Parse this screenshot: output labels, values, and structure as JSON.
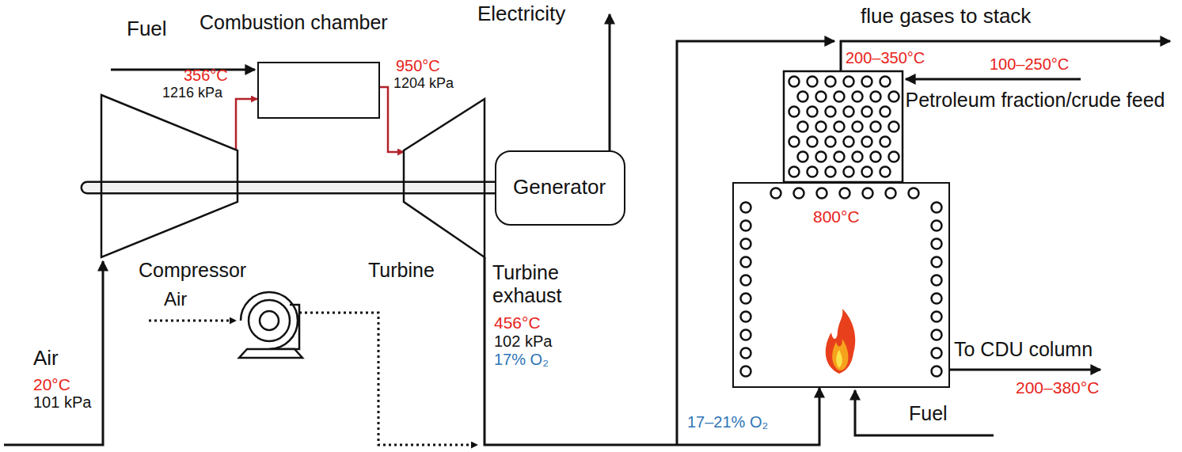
{
  "diagram": {
    "nodes": [
      {
        "text": [
          "Combustion chamber"
        ]
      },
      {
        "text": [
          "Compressor"
        ]
      },
      {
        "text": [
          "Turbine"
        ]
      },
      {
        "text": [
          "Generator"
        ]
      },
      {
        "text": [
          "800°C"
        ]
      }
    ],
    "edges": [
      {
        "from": 1,
        "to": 0,
        "arrow": "to"
      },
      {
        "from": 0,
        "to": 2,
        "arrow": "to"
      },
      {
        "from": 1,
        "to": 3,
        "arrow": "none"
      },
      {
        "from": 2,
        "to": 4,
        "arrow": "to"
      }
    ],
    "labels": [
      "Fuel",
      "Electricity",
      "flue gases to stack",
      "200–350°C",
      "100–250°C",
      "Petroleum fraction/crude feed",
      "356°C",
      "1216 kPa",
      "950°C",
      "1204 kPa",
      "Turbine exhaust",
      "456°C",
      "102 kPa",
      "17% O₂",
      "Air",
      "20°C",
      "101 kPa",
      "Air",
      "17–21% O₂",
      "Fuel",
      "To CDU column",
      "200–380°C"
    ]
  }
}
